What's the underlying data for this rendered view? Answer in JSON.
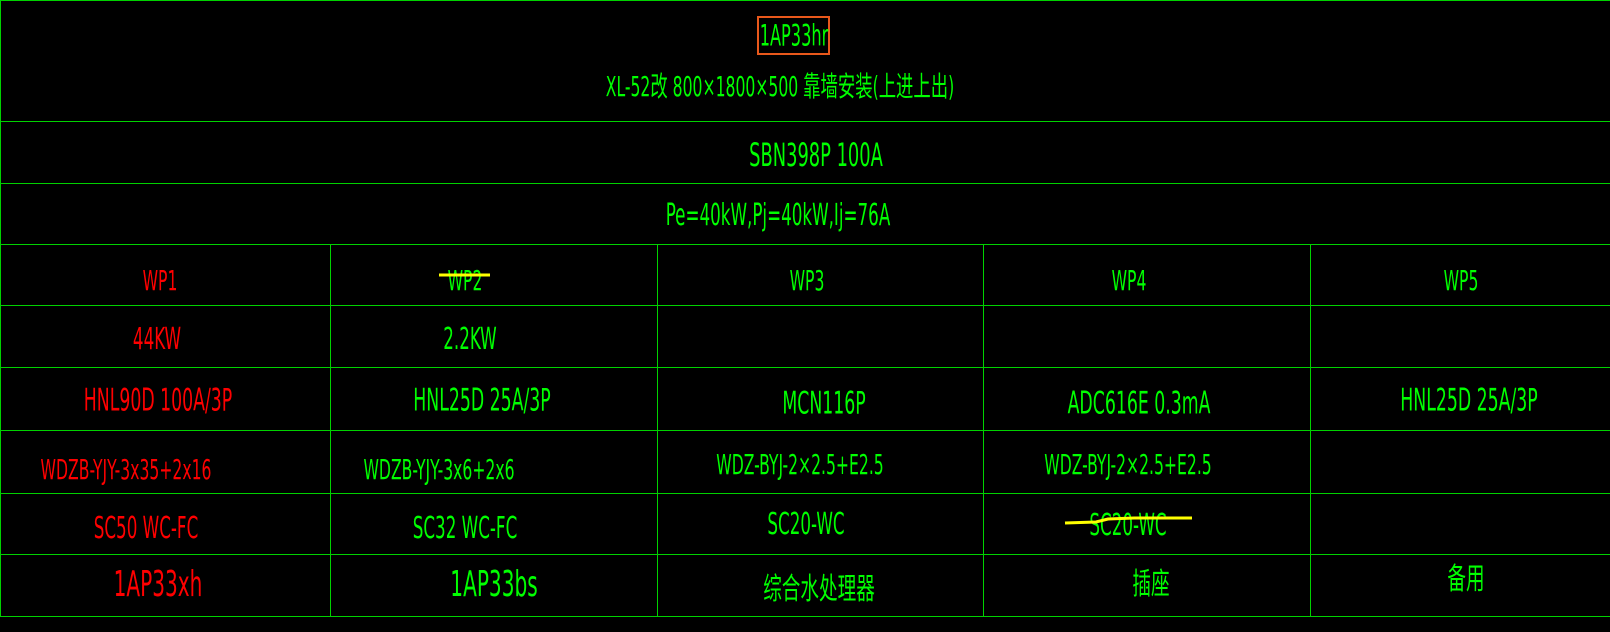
{
  "header": {
    "panel_id": "1AP33hr",
    "spec": "XL-52改 800×1800×500 靠墙安装(上进上出)",
    "main_breaker": "SBN398P 100A",
    "load": "Pe=40kW,Pj=40kW,Ij=76A"
  },
  "circuits": [
    {
      "id": "WP1",
      "power": "44KW",
      "breaker": "HNL90D 100A/3P",
      "cable": "WDZB-YJY-3x35+2x16",
      "conduit": "SC50 WC-FC",
      "dest": "1AP33xh"
    },
    {
      "id": "WP2",
      "power": "2.2KW",
      "breaker": "HNL25D 25A/3P",
      "cable": "WDZB-YJY-3x6+2x6",
      "conduit": "SC32 WC-FC",
      "dest": "1AP33bs"
    },
    {
      "id": "WP3",
      "power": "",
      "breaker": "MCN116P",
      "cable": "WDZ-BYJ-2×2.5+E2.5",
      "conduit": "SC20-WC",
      "dest": "综合水处理器"
    },
    {
      "id": "WP4",
      "power": "",
      "breaker": "ADC616E 0.3mA",
      "cable": "WDZ-BYJ-2×2.5+E2.5",
      "conduit": "SC20-WC",
      "dest": "插座"
    },
    {
      "id": "WP5",
      "power": "",
      "breaker": "HNL25D 25A/3P",
      "cable": "",
      "conduit": "",
      "dest": "备用"
    }
  ],
  "colors": {
    "line": "#00d200",
    "text_green": "#00ff00",
    "text_red": "#ff0000",
    "highlight_box": "#e8581b",
    "strike": "#ffff00",
    "background": "#000000"
  }
}
